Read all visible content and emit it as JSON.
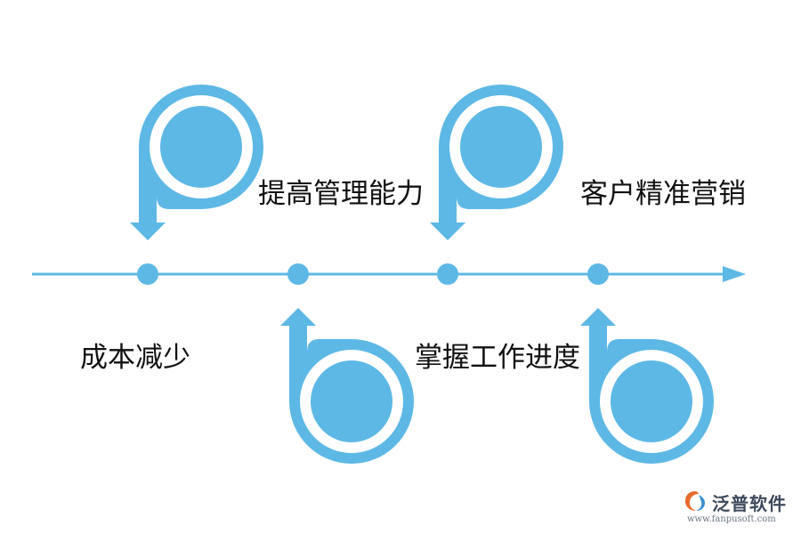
{
  "diagram": {
    "accent": "#5db8e6",
    "labels": {
      "above_1": "提高管理能力",
      "above_2": "客户精准营销",
      "below_1": "成本减少",
      "below_2": "掌握工作进度"
    }
  },
  "logo": {
    "name": "泛普软件",
    "url": "www.fanpusoft.com"
  }
}
